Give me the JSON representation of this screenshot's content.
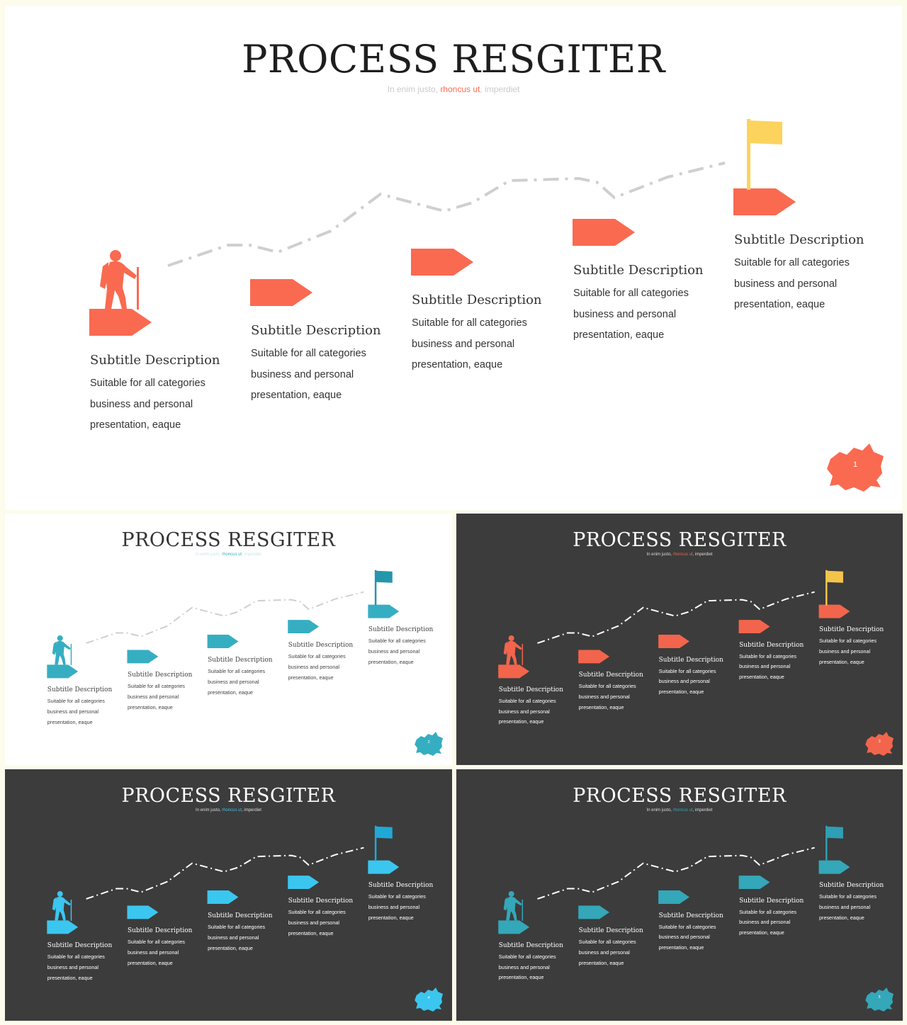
{
  "title": "PROCESS RESGITER",
  "subtitle": {
    "part1": "In enim justo, ",
    "highlight": "rhoncus ut",
    "part2": ", imperdiet"
  },
  "steps": [
    {
      "title": "Subtitle Description",
      "text": "Suitable for all categories business and personal presentation, eaque"
    },
    {
      "title": "Subtitle Description",
      "text": "Suitable for all categories business and personal presentation, eaque"
    },
    {
      "title": "Subtitle Description",
      "text": "Suitable for all categories business and personal presentation, eaque"
    },
    {
      "title": "Subtitle Description",
      "text": "Suitable for all categories business and personal presentation, eaque"
    },
    {
      "title": "Subtitle Description",
      "text": "Suitable for all categories business and personal presentation, eaque"
    }
  ],
  "slides": [
    {
      "page_number": "1",
      "background": "#ffffff",
      "accent": "#fa6a50",
      "flag": "#fcd35c",
      "title_color": "#1e1e1e",
      "subtitle_color": "#c9c9c9",
      "highlight_color": "#fa6a50",
      "text_color": "#333333",
      "path_color": "#cfcfcf"
    },
    {
      "page_number": "2",
      "background": "#ffffff",
      "accent": "#36aec2",
      "flag": "#2596ab",
      "title_color": "#333333",
      "subtitle_color": "#cfe3e8",
      "highlight_color": "#36aec2",
      "text_color": "#444444",
      "path_color": "#cfcfcf"
    },
    {
      "page_number": "3",
      "background": "#3c3c3c",
      "accent": "#f2654c",
      "flag": "#f4c44a",
      "title_color": "#ffffff",
      "subtitle_color": "#dddddd",
      "highlight_color": "#f2654c",
      "text_color": "#ffffff",
      "path_color": "#ffffff"
    },
    {
      "page_number": "4",
      "background": "#3c3c3c",
      "accent": "#3bc6ef",
      "flag": "#20a9d6",
      "title_color": "#ffffff",
      "subtitle_color": "#dddddd",
      "highlight_color": "#3bc6ef",
      "text_color": "#ffffff",
      "path_color": "#ffffff"
    },
    {
      "page_number": "5",
      "background": "#3c3c3c",
      "accent": "#34a7b8",
      "flag": "#2e9fb4",
      "title_color": "#ffffff",
      "subtitle_color": "#dddddd",
      "highlight_color": "#34a7b8",
      "text_color": "#ffffff",
      "path_color": "#ffffff"
    }
  ]
}
